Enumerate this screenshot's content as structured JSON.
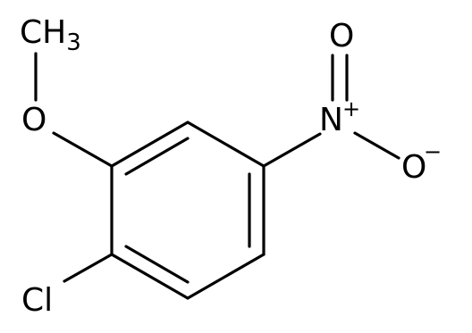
{
  "molecule": {
    "atoms": {
      "methyl": {
        "main": "CH",
        "sub": "3"
      },
      "ether_oxygen": {
        "main": "O"
      },
      "nitrogen": {
        "main": "N",
        "charge": "+"
      },
      "nitro_oxygen_double": {
        "main": "O"
      },
      "nitro_oxygen_single": {
        "main": "O",
        "charge": "−"
      },
      "chlorine": {
        "main": "Cl"
      }
    }
  }
}
